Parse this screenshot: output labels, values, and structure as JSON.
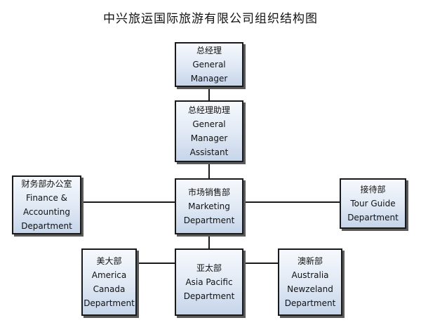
{
  "title": "中兴旅运国际旅游有限公司组织结构图",
  "nodes": {
    "gm": {
      "lines": [
        "总经理",
        "General",
        "Manager"
      ]
    },
    "assistant": {
      "lines": [
        "总经理助理",
        "General",
        "Manager",
        "Assistant"
      ]
    },
    "finance": {
      "lines": [
        "财务部办公室",
        "Finance &",
        "Accounting",
        "Department"
      ]
    },
    "marketing": {
      "lines": [
        "市场销售部",
        "Marketing",
        "Department"
      ]
    },
    "tour": {
      "lines": [
        "接待部",
        "Tour Guide",
        "Department"
      ]
    },
    "america": {
      "lines": [
        "美大部",
        "America",
        "Canada",
        "Department"
      ]
    },
    "asia": {
      "lines": [
        "亚太部",
        "Asia Pacific",
        "Department"
      ]
    },
    "australia": {
      "lines": [
        "澳新部",
        "Australia",
        "Newzeland",
        "Department"
      ]
    }
  },
  "colors": {
    "border": "#1a1a1a",
    "fill_top": "#f6f9fd",
    "fill_bottom": "#c6d5ea",
    "shadow": "#5a5a5a"
  }
}
